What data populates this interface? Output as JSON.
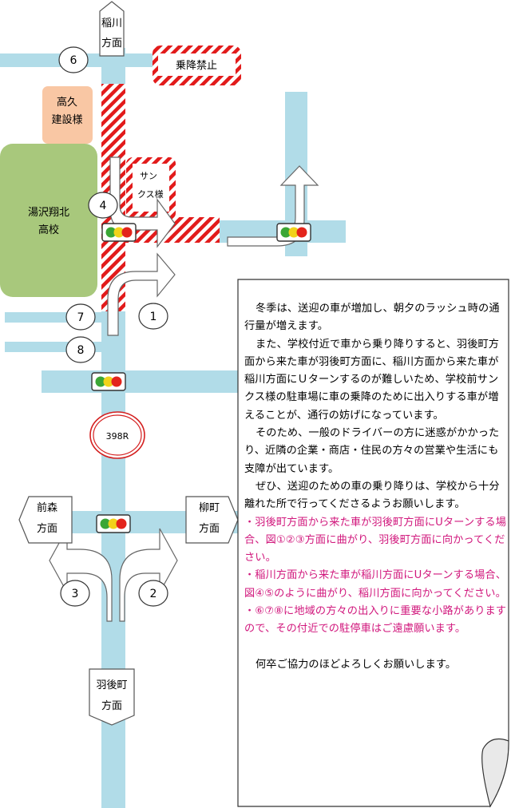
{
  "labels": {
    "inagawa_top_1": "稲川",
    "inagawa_top_2": "方面",
    "no_stopping": "乗降禁止",
    "takaku_1": "高久",
    "takaku_2": "建設様",
    "school_1": "湯沢翔北",
    "school_2": "高校",
    "sanks_1": "サン",
    "sanks_2": "クス様",
    "route": "398R",
    "maemori_1": "前森",
    "maemori_2": "方面",
    "yanagimachi_1": "柳町",
    "yanagimachi_2": "方面",
    "ugomachi_1": "羽後町",
    "ugomachi_2": "方面"
  },
  "markers": {
    "m1": "1",
    "m2": "2",
    "m3": "3",
    "m4": "4",
    "m6": "6",
    "m7": "7",
    "m8": "8"
  },
  "notice": {
    "p1": "冬季は、送迎の車が増加し、朝夕のラッシュ時の通行量が増えます。",
    "p2": "また、学校付近で車から乗り降りすると、羽後町方面から来た車が羽後町方面に、稲川方面から来た車が稲川方面にＵターンするのが難しいため、学校前サンクス様の駐車場に車の乗降のために出入りする車が増えることが、通行の妨げになっています。",
    "p3": "そのため、一般のドライバーの方に迷惑がかかったり、近隣の企業・商店・住民の方々の営業や生活にも支障が出ています。",
    "p4": "ぜひ、送迎のための車の乗り降りは、学校から十分離れた所で行ってくださるようお願いします。",
    "b1": "・羽後町方面から来た車が羽後町方面にUターンする場合、図①②③方面に曲がり、羽後町方面に向かってください。",
    "b2": "・稲川方面から来た車が稲川方面にUターンする場合、図④⑤のように曲がり、稲川方面に向かってください。",
    "b3": "・⑥⑦⑧に地域の方々の出入りに重要な小路がありますので、その付近での駐停車はご遠慮願います。",
    "closing": "何卒ご協力のほどよろしくお願いします。"
  },
  "colors": {
    "road": "#b1dce8",
    "hatch": "#e21b1b",
    "school": "#a8c87c",
    "takaku": "#f9c7a4",
    "highlight": "#d1187d"
  }
}
